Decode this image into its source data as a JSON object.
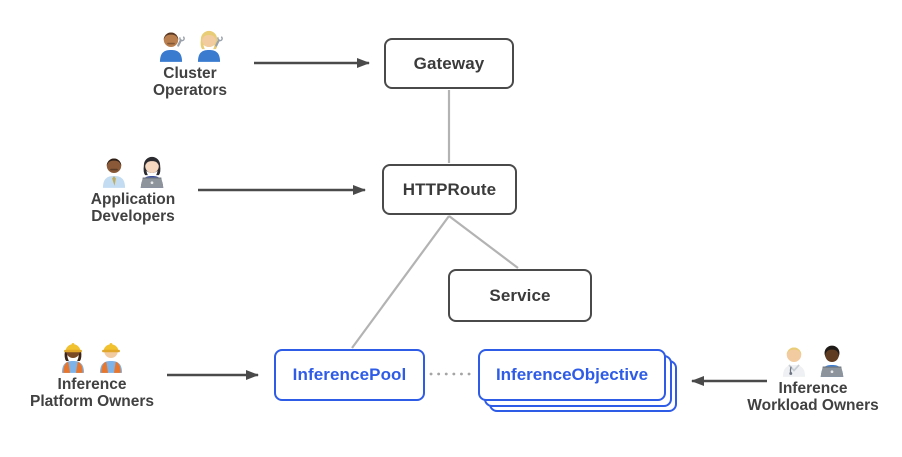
{
  "diagram": {
    "nodes": [
      {
        "id": "gateway",
        "label": "Gateway",
        "style": "default",
        "stacked": false
      },
      {
        "id": "httproute",
        "label": "HTTPRoute",
        "style": "default",
        "stacked": false
      },
      {
        "id": "service",
        "label": "Service",
        "style": "default",
        "stacked": false
      },
      {
        "id": "inferencepool",
        "label": "InferencePool",
        "style": "highlight-blue",
        "stacked": false
      },
      {
        "id": "inferenceobjective",
        "label": "InferenceObjective",
        "style": "highlight-blue",
        "stacked": true
      }
    ],
    "personas": [
      {
        "id": "cluster-operators",
        "line1": "Cluster",
        "line2": "Operators",
        "icons": [
          "man-mechanic-icon",
          "woman-mechanic-icon"
        ],
        "points_to": "gateway"
      },
      {
        "id": "application-developers",
        "line1": "Application",
        "line2": "Developers",
        "icons": [
          "man-office-worker-icon",
          "woman-technologist-icon"
        ],
        "points_to": "httproute"
      },
      {
        "id": "inference-platform-owners",
        "line1": "Inference",
        "line2": "Platform Owners",
        "icons": [
          "woman-construction-worker-icon",
          "man-construction-worker-icon"
        ],
        "points_to": "inferencepool"
      },
      {
        "id": "inference-workload-owners",
        "line1": "Inference",
        "line2": "Workload Owners",
        "icons": [
          "health-worker-icon",
          "man-technologist-icon"
        ],
        "points_to": "inferenceobjective"
      }
    ],
    "edges": [
      {
        "from": "gateway",
        "to": "httproute",
        "style": "solid"
      },
      {
        "from": "httproute",
        "to": "service",
        "style": "solid"
      },
      {
        "from": "httproute",
        "to": "inferencepool",
        "style": "solid"
      },
      {
        "from": "inferencepool",
        "to": "inferenceobjective",
        "style": "dotted"
      }
    ],
    "colors": {
      "node_border": "#4a4a4a",
      "node_text": "#3b3b3b",
      "highlight_blue": "#2e5ce6",
      "connector_gray": "#b3b3b3",
      "arrow_dark": "#4a4a4a",
      "label_text": "#414141",
      "background": "#ffffff"
    }
  }
}
